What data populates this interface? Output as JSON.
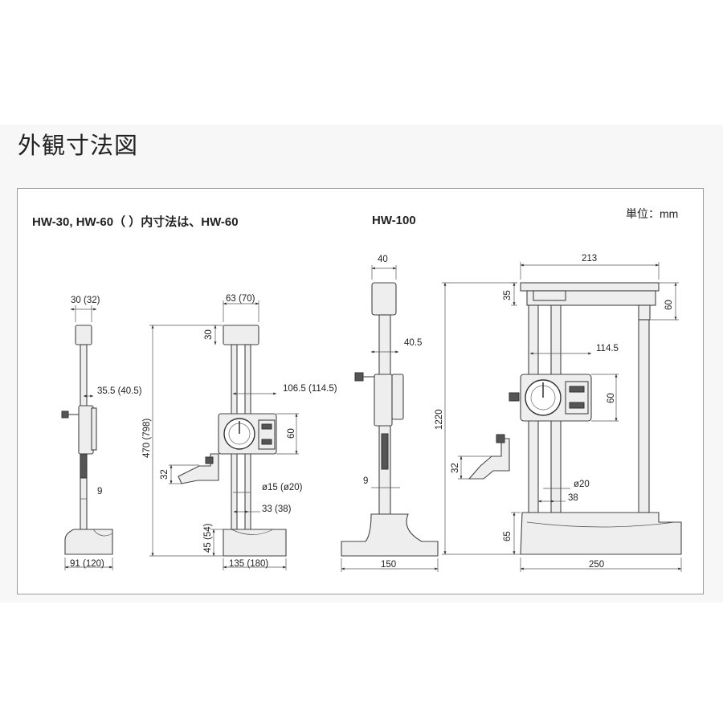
{
  "heading": "外観寸法図",
  "unit_label": "単位：mm",
  "model_labels": {
    "hw30_60": "HW-30, HW-60（ ）内寸法は、HW-60",
    "hw100": "HW-100"
  },
  "dims_hw30_side": {
    "top_width": "30 (32)",
    "slider_offset": "35.5 (40.5)",
    "scriber": "9",
    "base_width": "91 (120)"
  },
  "dims_hw30_front": {
    "top_width": "63 (70)",
    "cap": "30",
    "dial_offset": "106.5 (114.5)",
    "counter": "60",
    "height": "470 (798)",
    "scriber": "32",
    "column_dia": "ø15 (ø20)",
    "column_pitch": "33 (38)",
    "base_height": "45 (54)",
    "base_width": "135 (180)"
  },
  "dims_hw100_side": {
    "top_width": "40",
    "slider_offset": "40.5",
    "scriber": "9",
    "base_width": "150"
  },
  "dims_hw100_front": {
    "top_width": "213",
    "cap": "35",
    "beam": "60",
    "dial_offset": "114.5",
    "counter": "60",
    "height": "1220",
    "scriber": "32",
    "column_dia": "ø20",
    "column_pitch": "38",
    "base_height": "65",
    "base_width": "250"
  }
}
